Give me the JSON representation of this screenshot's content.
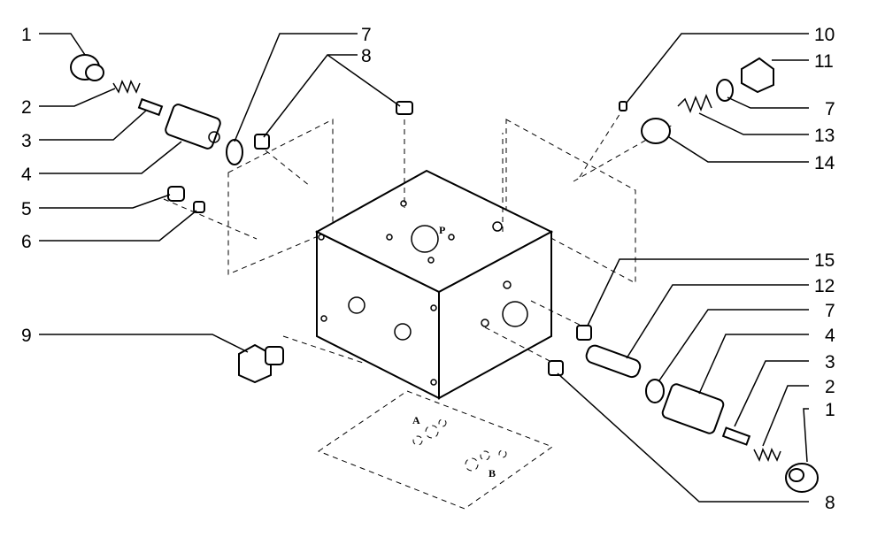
{
  "diagram": {
    "labels_left": [
      "1",
      "2",
      "3",
      "4",
      "5",
      "6",
      "9"
    ],
    "labels_right": [
      "10",
      "11",
      "7",
      "13",
      "14",
      "15",
      "12",
      "7",
      "4",
      "3",
      "2",
      "1",
      "8"
    ],
    "labels_top": [
      "7",
      "8"
    ],
    "ports": {
      "p": "P",
      "a": "A",
      "b": "B"
    }
  }
}
